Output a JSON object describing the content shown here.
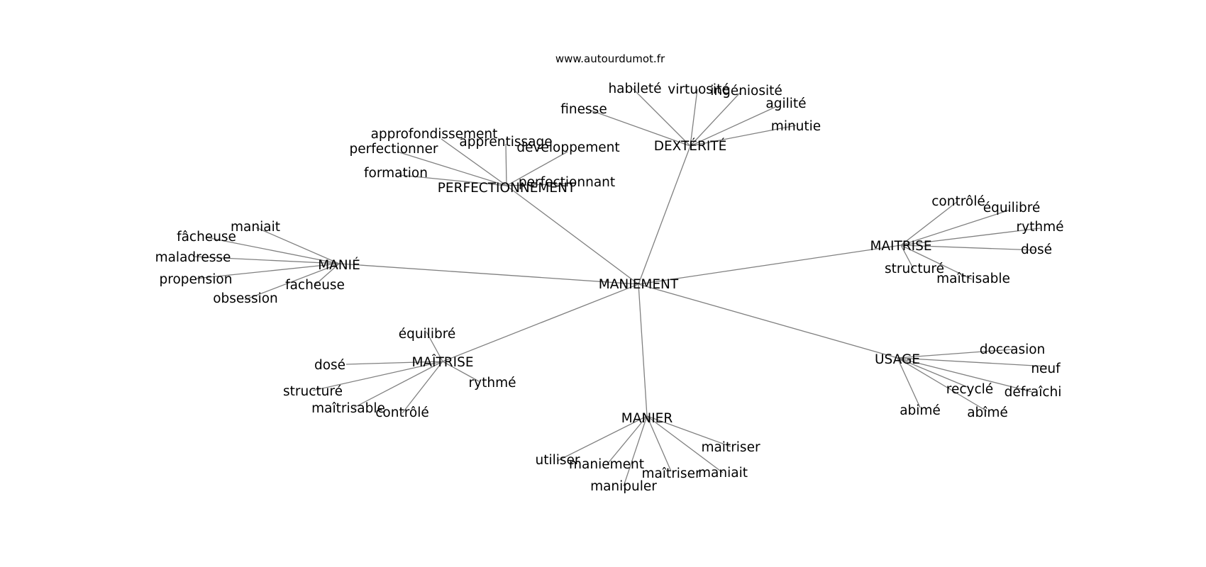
{
  "site": "www.autourdumot.fr",
  "center": "MANIEMENT",
  "edge_color": "#808080",
  "clusters": [
    {
      "id": "dexterite",
      "label": "DEXTÉRITÉ",
      "leaves": [
        "finesse",
        "habileté",
        "virtuosité",
        "ingéniosité",
        "agilité",
        "minutie"
      ]
    },
    {
      "id": "perfectionnement",
      "label": "PERFECTIONNEMENT",
      "leaves": [
        "approfondissement",
        "perfectionner",
        "apprentissage",
        "développement",
        "formation",
        "perfectionnant"
      ]
    },
    {
      "id": "maitrise-upper",
      "label": "MAITRISE",
      "leaves": [
        "contrôlé",
        "équilibré",
        "rythmé",
        "dosé",
        "structuré",
        "maîtrisable"
      ]
    },
    {
      "id": "manie",
      "label": "MANIÉ",
      "leaves": [
        "maniait",
        "fâcheuse",
        "maladresse",
        "propension",
        "facheuse",
        "obsession"
      ]
    },
    {
      "id": "maitrise-lower",
      "label": "MAÎTRISE",
      "leaves": [
        "équilibré",
        "dosé",
        "rythmé",
        "structuré",
        "maîtrisable",
        "contrôlé"
      ]
    },
    {
      "id": "usage",
      "label": "USAGE",
      "leaves": [
        "doccasion",
        "neuf",
        "recyclé",
        "défraîchi",
        "abimé",
        "abîmé"
      ]
    },
    {
      "id": "manier",
      "label": "MANIER",
      "leaves": [
        "maitriser",
        "utiliser",
        "maniement",
        "maîtriser",
        "maniait",
        "manipuler"
      ]
    }
  ]
}
